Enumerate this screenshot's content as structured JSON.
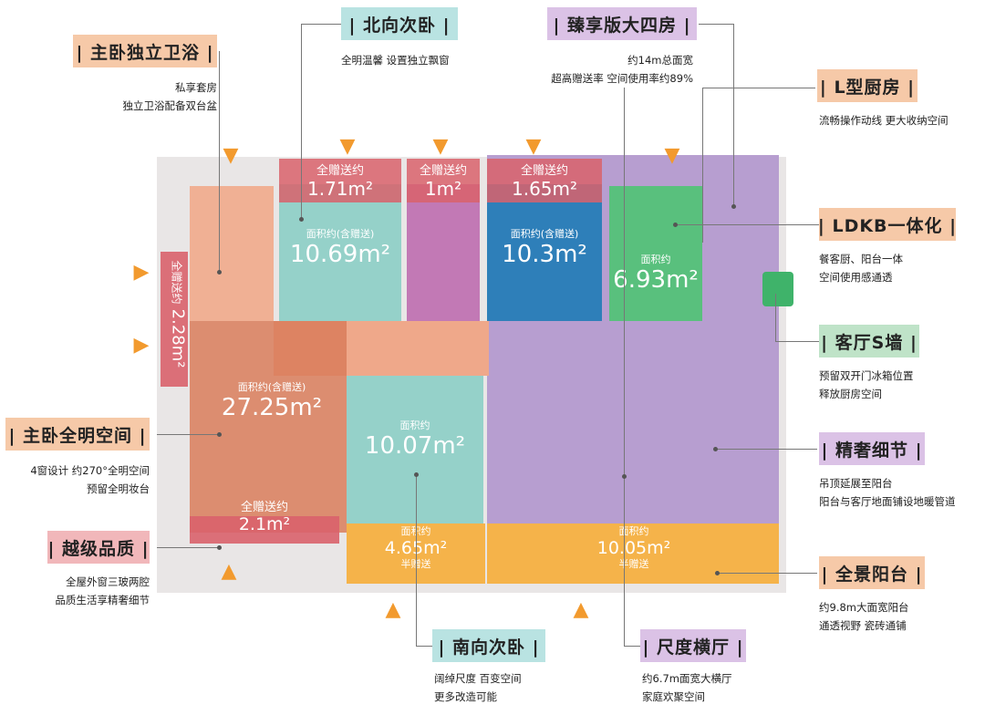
{
  "labels": {
    "master_bath": "| 主卧独立卫浴 |",
    "north_bedroom": "| 北向次卧 |",
    "four_rooms": "| 臻享版大四房 |",
    "l_kitchen": "| L型厨房 |",
    "ldkb": "| LDKB一体化 |",
    "living_wall": "| 客厅S墙 |",
    "details": "| 精奢细节 |",
    "balcony": "| 全景阳台 |",
    "master_open": "| 主卧全明空间 |",
    "quality": "| 越级品质 |",
    "south_bedroom": "| 南向次卧 |",
    "living_room": "| 尺度横厅 |"
  },
  "descriptions": {
    "master_bath_1": "私享套房",
    "master_bath_2": "独立卫浴配备双台盆",
    "north_bedroom_1": "全明温馨 设置独立飘窗",
    "four_rooms_1": "约14m总面宽",
    "four_rooms_2": "超高赠送率 空间使用率约89%",
    "l_kitchen_1": "流畅操作动线 更大收纳空间",
    "ldkb_1": "餐客厨、阳台一体",
    "ldkb_2": "空间使用感通透",
    "living_wall_1": "预留双开门冰箱位置",
    "living_wall_2": "释放厨房空间",
    "details_1": "吊顶延展至阳台",
    "details_2": "阳台与客厅地面铺设地暖管道",
    "balcony_1": "约9.8m大面宽阳台",
    "balcony_2": "通透视野 瓷砖通铺",
    "master_open_1": "4窗设计 约270°全明空间",
    "master_open_2": "预留全明妆台",
    "quality_1": "全屋外窗三玻两腔",
    "quality_2": "品质生活享精奢细节",
    "south_bedroom_1": "阔绰尺度 百变空间",
    "south_bedroom_2": "更多改造可能",
    "living_room_1": "约6.7m面宽大横厅",
    "living_room_2": "家庭欢聚空间"
  },
  "gifts": {
    "g1_label": "全赠送约",
    "g1_value": "1.71m²",
    "g2_label": "全赠送约",
    "g2_value": "1m²",
    "g3_label": "全赠送约",
    "g3_value": "1.65m²",
    "g4_label": "全赠送约",
    "g4_value": "2.1m²",
    "g5_label": "全赠送约",
    "g5_value": "2.28m²"
  },
  "areas": {
    "a_north_small": "面积约(含赠送)",
    "a_north_value": "10.69m²",
    "a_mid_small": "面积约(含赠送)",
    "a_mid_value": "10.3m²",
    "a_kitchen_small": "面积约",
    "a_kitchen_value": "6.93m²",
    "a_master_small": "面积约(含赠送)",
    "a_master_value": "27.25m²",
    "a_south_small": "面积约",
    "a_south_value": "10.07m²",
    "a_balc1_small": "面积约",
    "a_balc1_value": "4.65m²",
    "a_balc1_note": "半赠送",
    "a_balc2_small": "面积约",
    "a_balc2_value": "10.05m²",
    "a_balc2_note": "半赠送"
  },
  "colors": {
    "label_orange": "#f6c9a8",
    "label_teal": "#b9e3e2",
    "label_purple": "#dbc2e6",
    "label_green": "#bfe3c8",
    "label_pink": "#f1b7ba",
    "master": "#f0a98d",
    "north_bed": "#95d1c9",
    "bath": "#c279b5",
    "mid_bed": "#2e7fb9",
    "kitchen": "#59c07d",
    "living": "#b79ed0",
    "balcony": "#f5b34a",
    "gift": "#d9626b",
    "sun": "#f29a2e"
  },
  "icons": [
    "sun-arrow-icon"
  ]
}
